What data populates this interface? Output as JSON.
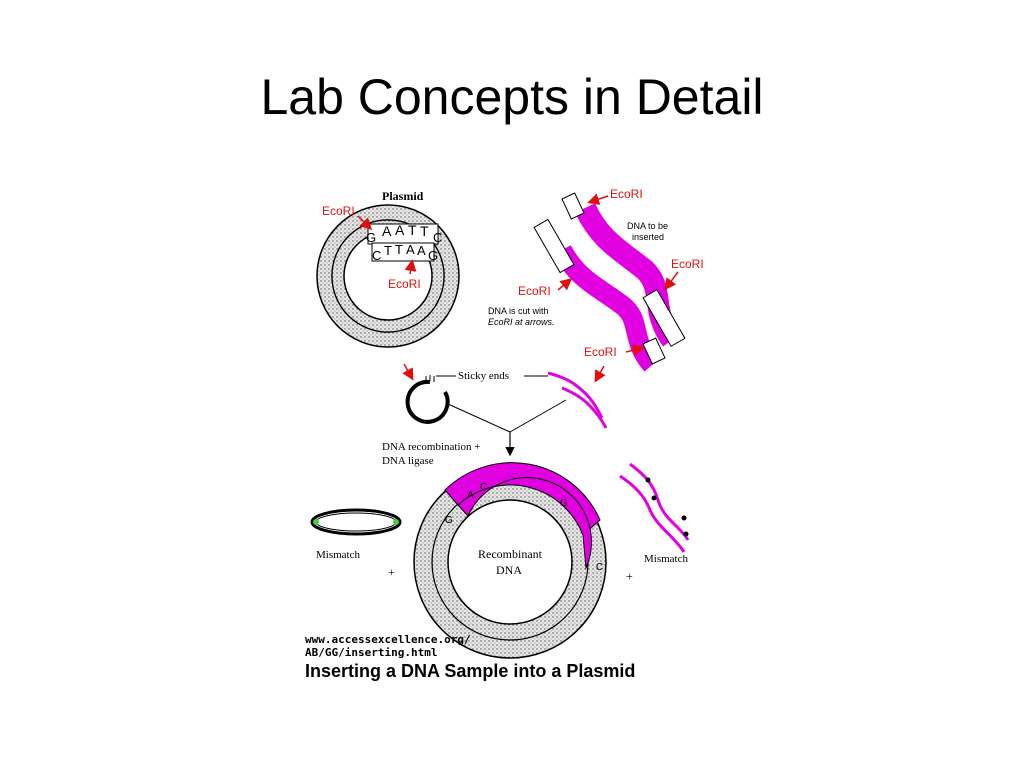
{
  "slide": {
    "title": "Lab Concepts in Detail"
  },
  "figure": {
    "plasmid_label": "Plasmid",
    "enzyme_label": "EcoRI",
    "dna_insert_label_line1": "DNA to be",
    "dna_insert_label_line2": "inserted",
    "cut_note_line1": "DNA is cut with",
    "cut_note_line2": "EcoRI at arrows.",
    "sticky_ends_label": "Sticky ends",
    "recombination_line1": "DNA recombination +",
    "recombination_line2": "DNA ligase",
    "mismatch_label": "Mismatch",
    "plus_sign": "+",
    "recombinant_line1": "Recombinant",
    "recombinant_line2": "DNA",
    "source_line1": "www.accessexcellence.org/",
    "source_line2": "AB/GG/inserting.html",
    "caption": "Inserting a DNA Sample into a Plasmid",
    "bases": [
      "G",
      "A",
      "A",
      "T",
      "T",
      "C",
      "C",
      "T",
      "T",
      "A",
      "A",
      "G"
    ]
  },
  "colors": {
    "magenta": "#e000e0",
    "red": "#e01010",
    "ring_fill": "#d8d8d8",
    "green": "#40d040"
  }
}
